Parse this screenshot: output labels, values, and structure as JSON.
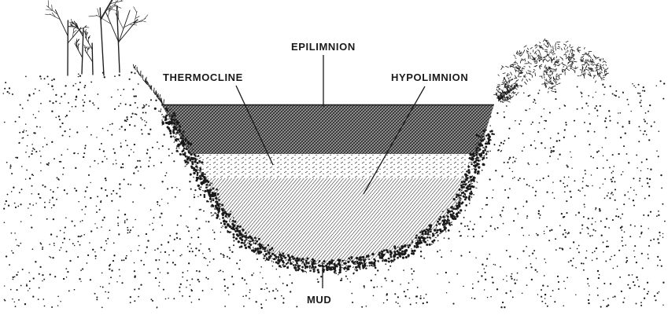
{
  "labels": {
    "epilimnion": "EPILIMNION",
    "thermocline": "THERMOCLINE",
    "hypolimnion": "HYPOLIMNION",
    "mud": "MUD"
  },
  "colors": {
    "ink": "#1a1a1a",
    "background": "#ffffff"
  }
}
